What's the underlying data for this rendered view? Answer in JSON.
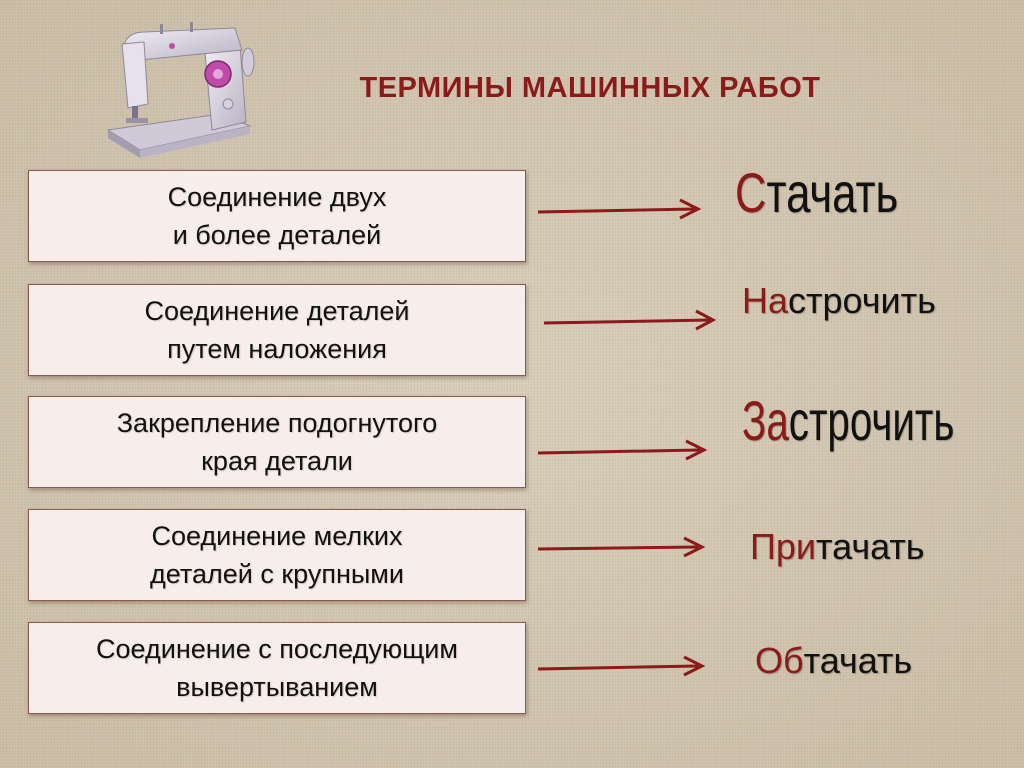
{
  "title": "ТЕРМИНЫ МАШИННЫХ РАБОТ",
  "rows": [
    {
      "definition": [
        "Соединение двух",
        "и более деталей"
      ],
      "term_prefix": "С",
      "term_rest": "тачать"
    },
    {
      "definition": [
        "Соединение деталей",
        "путем наложения"
      ],
      "term_prefix": "На",
      "term_rest": "строчить"
    },
    {
      "definition": [
        "Закрепление подогнутого",
        "края детали"
      ],
      "term_prefix": "За",
      "term_rest": "строчить"
    },
    {
      "definition": [
        "Соединение мелких",
        "деталей с крупными"
      ],
      "term_prefix": "При",
      "term_rest": "тачать"
    },
    {
      "definition": [
        "Соединение с последующим",
        "вывертыванием"
      ],
      "term_prefix": "Об",
      "term_rest": "тачать"
    }
  ],
  "colors": {
    "accent": "#8b1a1a",
    "arrow": "#8b1a1a",
    "box_fill": "#f7eeec",
    "box_border": "#8a5a4a"
  },
  "icons": {
    "machine": "sewing-machine-icon",
    "arrow": "arrow-right-icon"
  }
}
